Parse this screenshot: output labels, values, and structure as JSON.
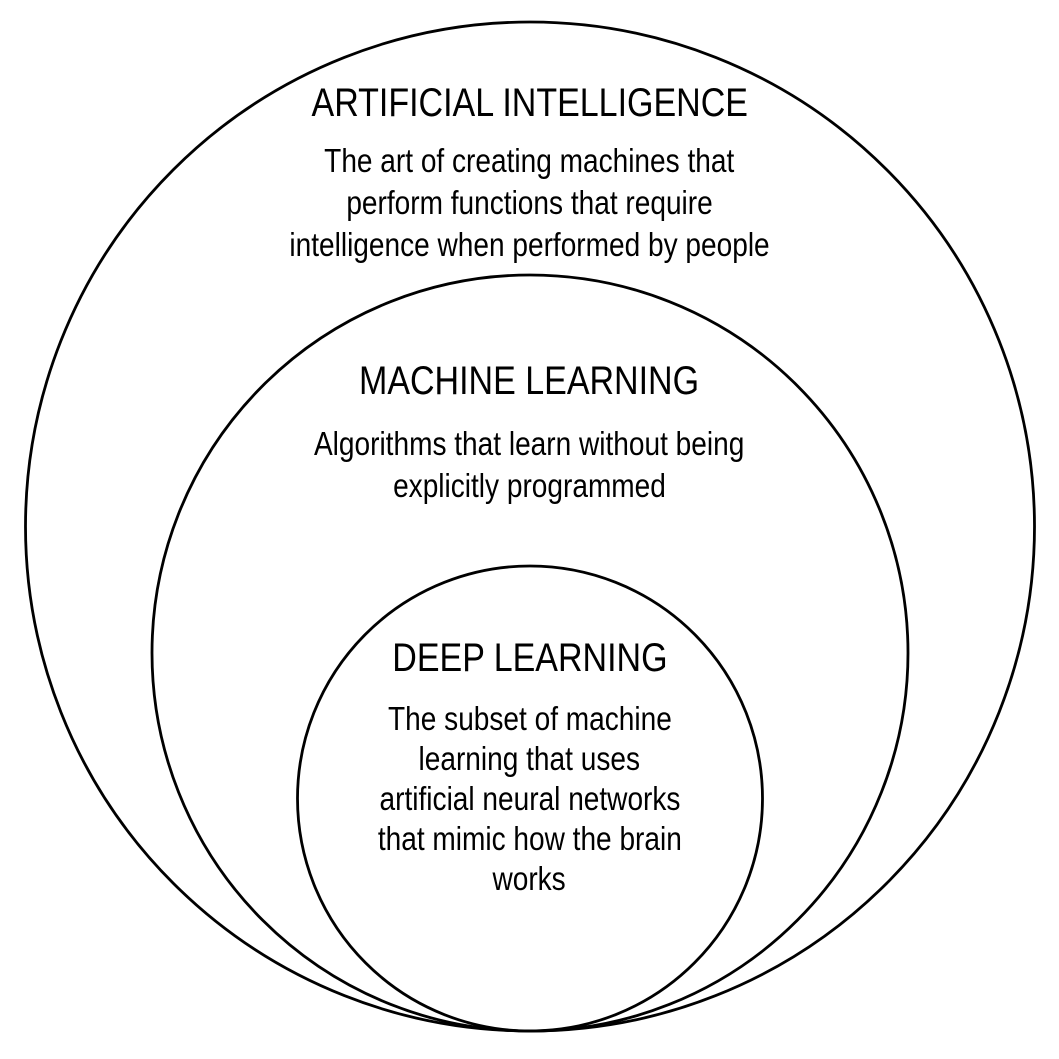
{
  "diagram": {
    "type": "nested-circles",
    "title_implied": "AI vs Machine Learning vs Deep Learning nested diagram",
    "style": {
      "background_color": "#ffffff",
      "circle_stroke_color": "#000000",
      "text_color": "#000000"
    },
    "rings": [
      {
        "id": "artificial-intelligence",
        "title": "ARTIFICIAL INTELLIGENCE",
        "description_lines": [
          "The art of creating machines that",
          "perform functions that require",
          "intelligence when performed by people"
        ]
      },
      {
        "id": "machine-learning",
        "title": "MACHINE LEARNING",
        "description_lines": [
          "Algorithms that learn without being",
          "explicitly programmed"
        ]
      },
      {
        "id": "deep-learning",
        "title": "DEEP LEARNING",
        "description_lines": [
          "The subset of machine",
          "learning that uses",
          "artificial neural networks",
          "that mimic how the brain",
          "works"
        ]
      }
    ]
  }
}
